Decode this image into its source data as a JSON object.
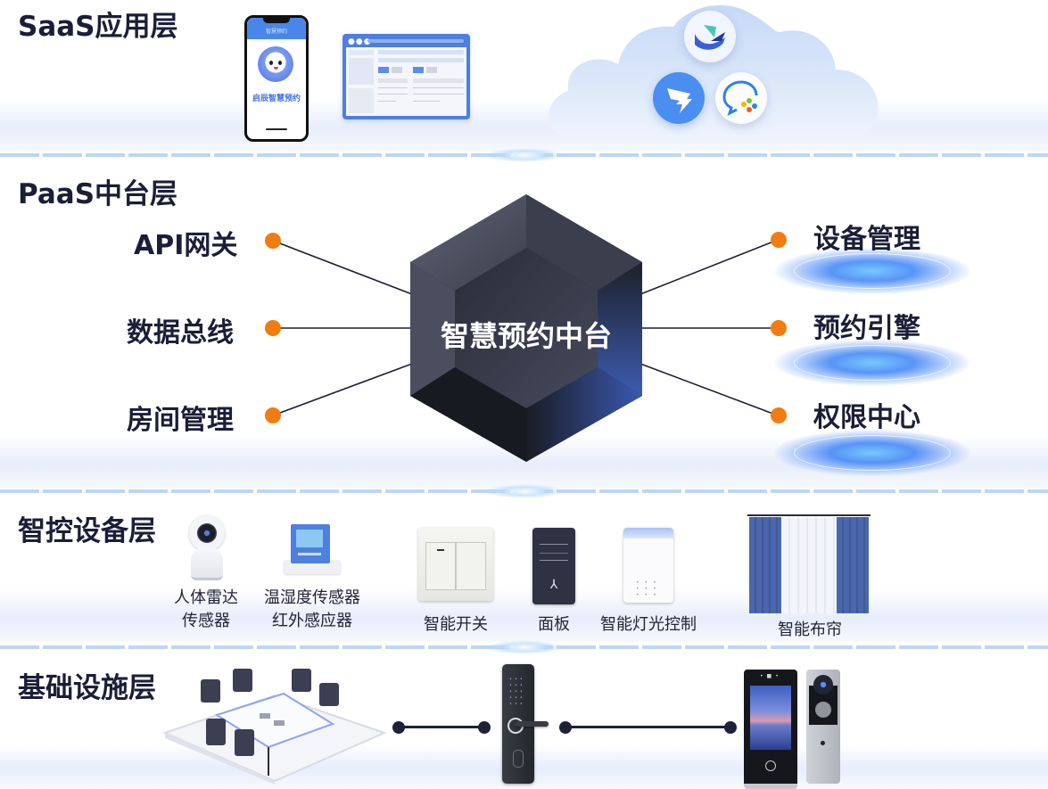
{
  "layers": {
    "saas": {
      "title": "SaaS应用层",
      "phone_app_name": "启辰智慧预约",
      "phone_header": "智慧预约",
      "cloud_icons": [
        "feishu-icon",
        "dingtalk-icon",
        "wecom-icon"
      ]
    },
    "paas": {
      "title": "PaaS中台层",
      "center_label": "智慧预约中台",
      "left_features": [
        "API网关",
        "数据总线",
        "房间管理"
      ],
      "right_features": [
        "设备管理",
        "预约引擎",
        "权限中心"
      ]
    },
    "device": {
      "title": "智控设备层",
      "devices": [
        {
          "name": "radar-sensor",
          "label_lines": [
            "人体雷达",
            "传感器"
          ]
        },
        {
          "name": "temp-sensor",
          "label_lines": [
            "温湿度传感器",
            "红外感应器"
          ]
        },
        {
          "name": "smart-switch",
          "label_lines": [
            "智能开关"
          ]
        },
        {
          "name": "panel",
          "label_lines": [
            "面板"
          ]
        },
        {
          "name": "light-control",
          "label_lines": [
            "智能灯光控制"
          ]
        },
        {
          "name": "smart-curtain",
          "label_lines": [
            "智能布帘"
          ]
        }
      ]
    },
    "infra": {
      "title": "基础设施层",
      "items": [
        "meeting-room",
        "smart-door-lock",
        "face-recognition-terminal",
        "access-reader"
      ]
    }
  },
  "colors": {
    "accent_orange": "#f07c12",
    "title_navy": "#1b1e36",
    "brand_blue": "#3f73e0",
    "curtain_blue": "#4a66a8"
  }
}
